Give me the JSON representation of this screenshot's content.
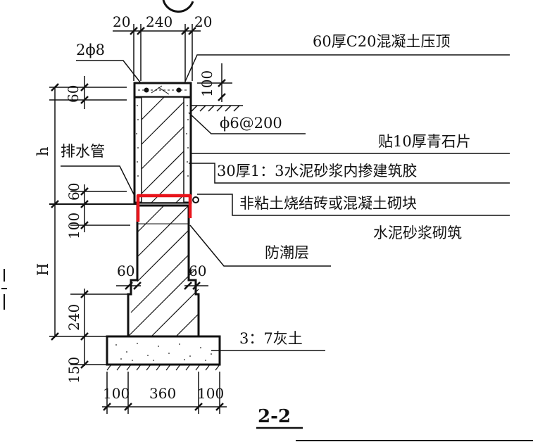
{
  "labels": {
    "top_dim_left": "20",
    "top_dim_mid": "240",
    "top_dim_right": "20",
    "rebar_top": "2ϕ8",
    "coping": "60厚C20混凝土压顶",
    "dim_100_top": "100",
    "dim_60_top": "60",
    "stirrup": "ϕ6@200",
    "dim_h": "h",
    "drain_pipe": "排水管",
    "facing": "贴10厚青石片",
    "mortar": "30厚1：3水泥砂浆内掺建筑胶",
    "masonry_1": "非粘土烧结砖或混凝土砌块",
    "masonry_2": "水泥砂浆砌筑",
    "dim_60_mid": "60",
    "dim_100_mid": "100",
    "damp_proof": "防潮层",
    "dim_H": "H",
    "step_left": "60",
    "step_right": "60",
    "dim_240": "240",
    "lime_soil": "3：7灰土",
    "dim_150": "150",
    "bottom_left": "100",
    "bottom_mid": "360",
    "bottom_right": "100",
    "section_title": "2-2"
  },
  "colors": {
    "line": "#111111",
    "highlight": "#e8141b"
  }
}
